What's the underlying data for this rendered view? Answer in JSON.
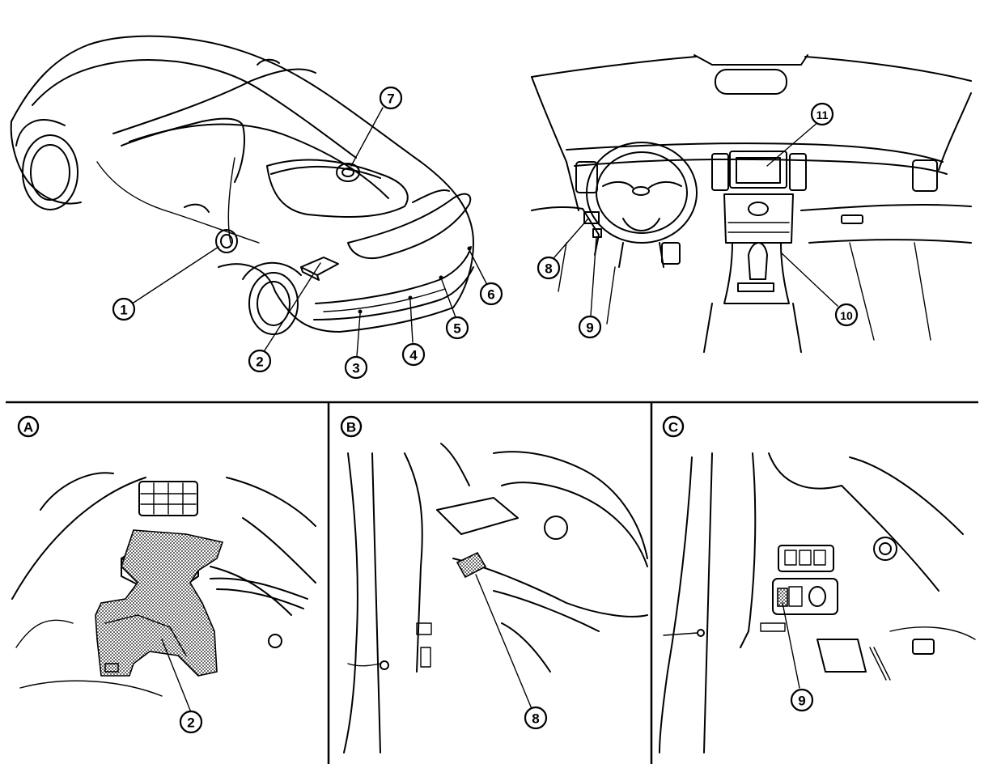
{
  "callouts": {
    "c1": "1",
    "c2": "2",
    "c3": "3",
    "c4": "4",
    "c5": "5",
    "c6": "6",
    "c7": "7",
    "c8": "8",
    "c9": "9",
    "c10": "10",
    "c11": "11",
    "a2": "2",
    "b8": "8",
    "c9b": "9"
  },
  "panels": {
    "a": "A",
    "b": "B",
    "c": "C"
  }
}
